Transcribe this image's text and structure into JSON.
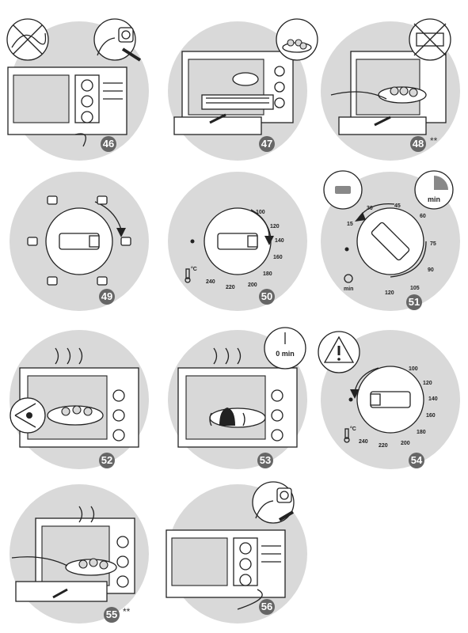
{
  "colors": {
    "circle_bg": "#d9d9d9",
    "badge_bg": "#666666",
    "line": "#222222"
  },
  "steps": [
    {
      "num": "46",
      "stars": ""
    },
    {
      "num": "47",
      "stars": ""
    },
    {
      "num": "48",
      "stars": "**"
    },
    {
      "num": "49",
      "stars": ""
    },
    {
      "num": "50",
      "stars": ""
    },
    {
      "num": "51",
      "stars": ""
    },
    {
      "num": "52",
      "stars": ""
    },
    {
      "num": "53",
      "stars": ""
    },
    {
      "num": "54",
      "stars": ""
    },
    {
      "num": "55",
      "stars": "**"
    },
    {
      "num": "56",
      "stars": ""
    }
  ],
  "temp_dial": {
    "ticks": [
      "100",
      "120",
      "140",
      "160",
      "180",
      "200",
      "220",
      "240"
    ],
    "unit": "°C"
  },
  "timer_dial": {
    "ticks": [
      "15",
      "30",
      "45",
      "60",
      "75",
      "90",
      "105",
      "120"
    ],
    "unit": "min",
    "badge": "min"
  },
  "step53_label": "0 min",
  "icons": [
    "no-cable-icon",
    "plug-socket-icon",
    "tray-insert-icon",
    "food-in-dish-icon",
    "no-grid-icon",
    "function-selector-icon",
    "temperature-icon",
    "timer-icon",
    "warning-icon",
    "eye-icon",
    "bell-icon",
    "unplug-icon"
  ]
}
